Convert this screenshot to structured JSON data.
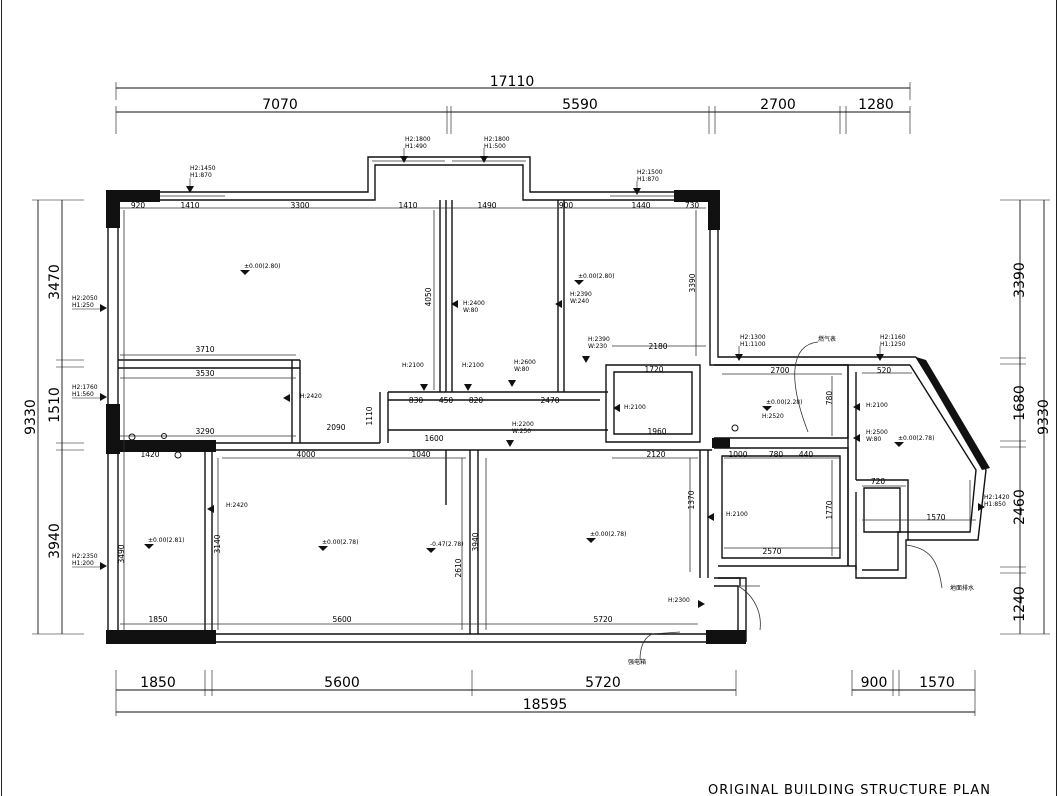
{
  "title_block": "ORIGINAL BUILDING STRUCTURE    PLAN",
  "dims_top": {
    "total": "17110",
    "segments": [
      "7070",
      "5590",
      "2700",
      "1280"
    ]
  },
  "dims_bottom": {
    "total": "18595",
    "segments": [
      "1850",
      "5600",
      "5720",
      "900",
      "1570"
    ]
  },
  "dims_left": {
    "total": "9330",
    "segments": [
      "3470",
      "1510",
      "3940"
    ]
  },
  "dims_right": {
    "total": "9330",
    "segments": [
      "3390",
      "1680",
      "2460",
      "1240"
    ]
  },
  "inner_top": [
    "920",
    "1410",
    "3300",
    "1410",
    "1490",
    "900",
    "1440",
    "730"
  ],
  "inner_bottom": [
    "1850",
    "5600",
    "5720"
  ],
  "inner_labels": {
    "r1": "3710",
    "r2": "3530",
    "r3": "3290",
    "r4": "2090",
    "r5": "1600",
    "r6": "830",
    "r7": "450",
    "r8": "820",
    "r9": "2470",
    "r10": "1720",
    "r11": "1960",
    "r12": "2180",
    "r13": "2700",
    "r14": "1420",
    "r15": "4000",
    "r16": "1040",
    "r17": "2120",
    "r18": "1000",
    "r19": "780",
    "r20": "440",
    "r21": "2570",
    "r22": "1570",
    "r23": "720",
    "r24": "520",
    "r25": "3390",
    "r26": "4050",
    "r27": "3140",
    "r28": "3490",
    "r29": "2610",
    "r30": "3940",
    "r31": "1370",
    "r32": "1770",
    "r33": "780",
    "r34": "1110"
  },
  "window_notes": {
    "w1": "H2:1450",
    "w1b": "H1:870",
    "w2": "H2:1800",
    "w2b": "H1:490",
    "w3": "H2:1800",
    "w3b": "H1:500",
    "w4": "H2:1500",
    "w4b": "H1:870",
    "w5": "H2:2050",
    "w5b": "H1:250",
    "w6": "H2:1760",
    "w6b": "H1:560",
    "w7": "H2:2350",
    "w7b": "H1:200",
    "w8": "H2:1300",
    "w8b": "H1:1100",
    "w9": "H2:1160",
    "w9b": "H1:1250",
    "w10": "H2:1420",
    "w10b": "H1:850"
  },
  "door_notes": {
    "d1": "H:2400",
    "d1b": "W:80",
    "d2": "H:2390",
    "d2b": "W:240",
    "d3": "H:2390",
    "d3b": "W:230",
    "d4": "H:2100",
    "d5": "H:2100",
    "d6": "H:2600",
    "d6b": "W:80",
    "d7": "H:2200",
    "d7b": "W:250",
    "d8": "H:2100",
    "d9": "H:2420",
    "d10": "H:2420",
    "d11": "H:2100",
    "d12": "H:2300",
    "d13": "H:2100",
    "d14": "H:2500",
    "d14b": "W:80",
    "d15": "H:2520"
  },
  "levels": {
    "l1": "±0.00(2.80)",
    "l2": "±0.00(2.80)",
    "l3": "±0.00(2.81)",
    "l4": "±0.00(2.78)",
    "l5": "-0.47(2.78)",
    "l6": "±0.00(2.78)",
    "l7": "±0.00(2.28)",
    "l8": "±0.00(2.78)"
  },
  "callouts": {
    "gas": "燃气表",
    "drain": "地面排水",
    "power": "强电箱"
  }
}
